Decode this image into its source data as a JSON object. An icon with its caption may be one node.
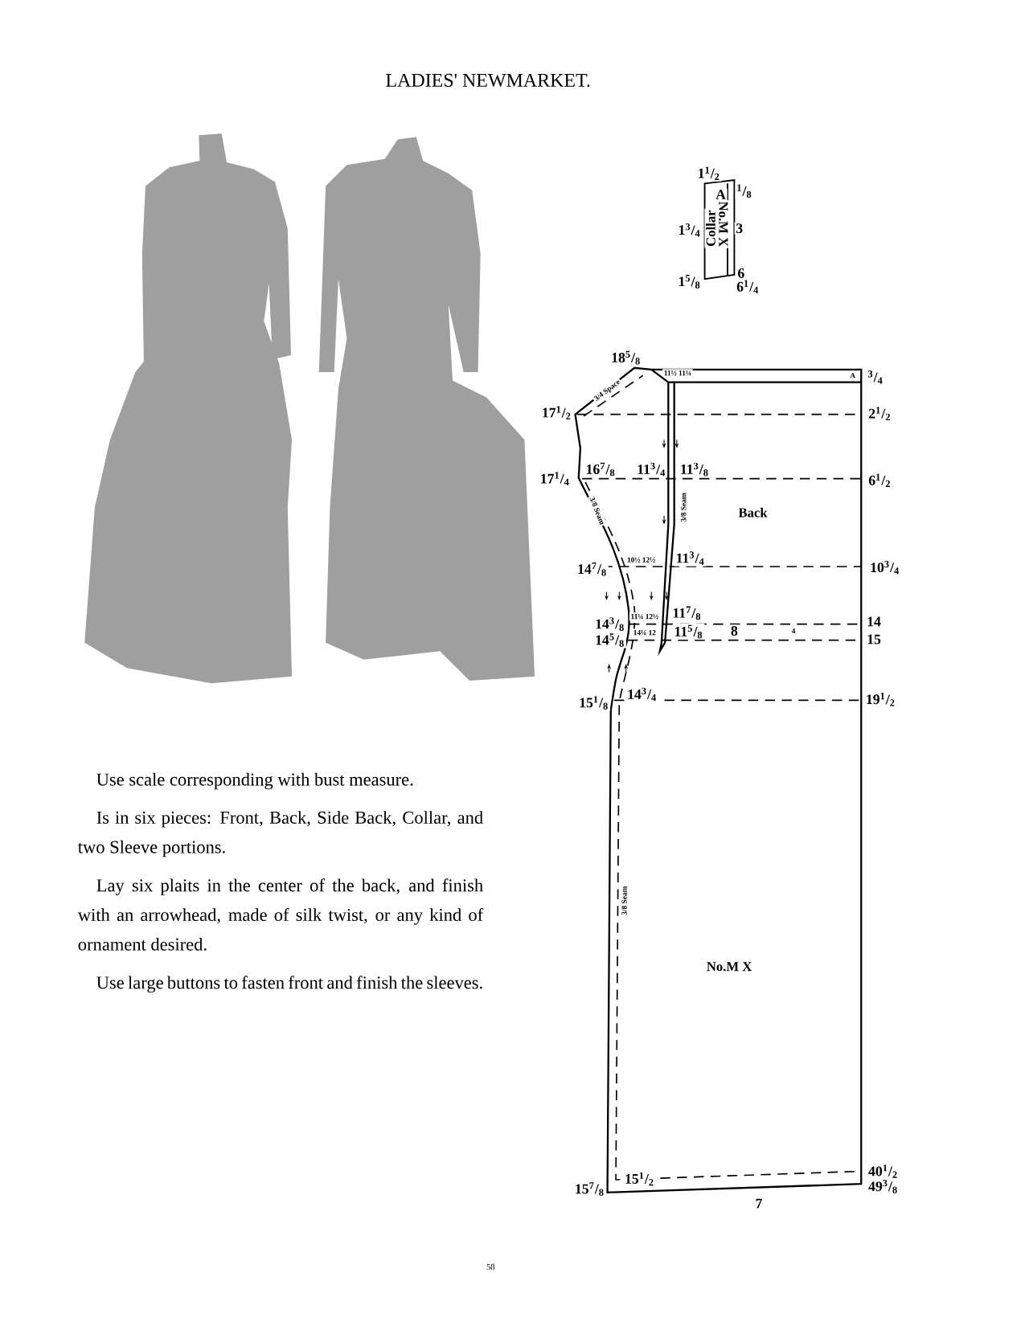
{
  "diagram": {
    "title": "LADIES' NEWMARKET.",
    "labels": [
      "1$^{1}$/$_{2}$",
      "A",
      "$^{1}$/$_{8}$",
      "Collar",
      "No.M X",
      "1$^{3}$/$_{4}$",
      "3",
      "1$^{5}$/$_{8}$",
      "6",
      "6$^{1}$/$_{4}$",
      "18$^{5}$/$_{8}$",
      "11½ 11¼",
      "A",
      "$^{3}$/$_{4}$",
      "17$^{1}$/$_{2}$",
      "3/4 Space",
      "2$^{1}$/$_{2}$",
      "17$^{1}$/$_{4}$",
      "16$^{7}$/$_{8}$",
      "11$^{3}$/$_{4}$",
      "11$^{3}$/$_{8}$",
      "6$^{1}$/$_{2}$",
      "3/8 Seam",
      "3/8 Seam",
      "Back",
      "14$^{7}$/$_{8}$",
      "10½ 12½",
      "11$^{3}$/$_{4}$",
      "10$^{3}$/$_{4}$",
      "11¼ 12½",
      "11$^{7}$/$_{8}$",
      "14$^{3}$/$_{8}$",
      "14",
      "14$^{5}$/$_{8}$",
      "14¼ 12",
      "11$^{5}$/$_{8}$",
      "8",
      "4",
      "15",
      "15$^{1}$/$_{8}$",
      "14$^{3}$/$_{4}$",
      "19$^{1}$/$_{2}$",
      "3/8 Seam",
      "No.M X",
      "40$^{1}$/$_{2}$",
      "15$^{7}$/$_{8}$",
      "15$^{1}$/$_{2}$",
      "49$^{3}$/$_{8}$",
      "7",
      "Use scale corresponding with bust measure.",
      "Is in six pieces: Front, Back, Side Back, Collar, and two Sleeve portions.",
      "Lay six plaits in the center of the back, and finish with an arrowhead, made of silk twist, or any kind of ornament desired.",
      "Use large buttons to fasten front and finish the sleeves.",
      "58"
    ]
  }
}
